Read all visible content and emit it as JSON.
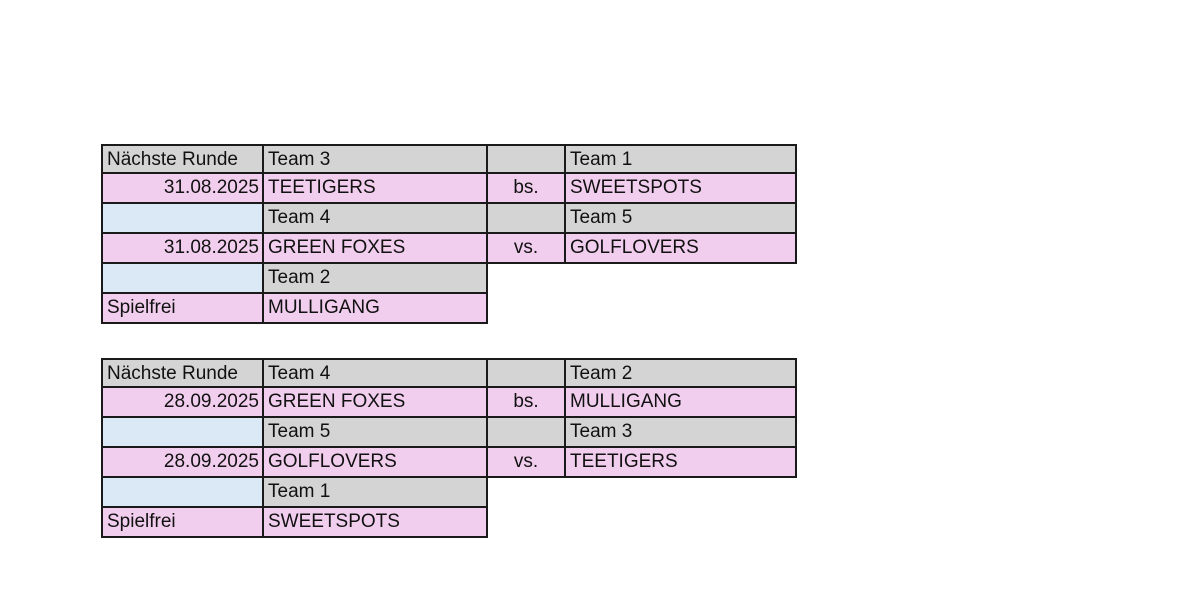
{
  "blocks": [
    {
      "header_label": "Nächste Runde",
      "matches": [
        {
          "date": "31.08.2025",
          "home_label": "Team 3",
          "home_name": "TEETIGERS",
          "sep": "bs.",
          "away_label": "Team 1",
          "away_name": "SWEETSPOTS"
        },
        {
          "date": "31.08.2025",
          "home_label": "Team 4",
          "home_name": "GREEN FOXES",
          "sep": "vs.",
          "away_label": "Team 5",
          "away_name": "GOLFLOVERS"
        }
      ],
      "bye_label": "Spielfrei",
      "bye_team_label": "Team 2",
      "bye_team_name": "MULLIGANG"
    },
    {
      "header_label": "Nächste Runde",
      "matches": [
        {
          "date": "28.09.2025",
          "home_label": "Team 4",
          "home_name": "GREEN FOXES",
          "sep": "bs.",
          "away_label": "Team 2",
          "away_name": "MULLIGANG"
        },
        {
          "date": "28.09.2025",
          "home_label": "Team 5",
          "home_name": "GOLFLOVERS",
          "sep": "vs.",
          "away_label": "Team 3",
          "away_name": "TEETIGERS"
        }
      ],
      "bye_label": "Spielfrei",
      "bye_team_label": "Team 1",
      "bye_team_name": "SWEETSPOTS"
    }
  ],
  "colors": {
    "header_gray": "#d4d4d4",
    "team_pink": "#f2ceee",
    "empty_blue": "#dbe8f6",
    "border": "#1a1a1a"
  }
}
